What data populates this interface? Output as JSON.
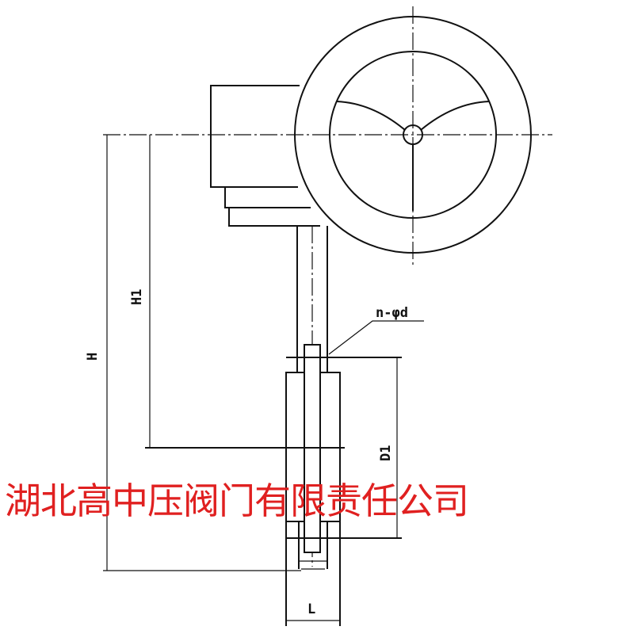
{
  "drawing": {
    "labels": {
      "H": "H",
      "H1": "H1",
      "D1": "D1",
      "L": "L",
      "bolt": "n-φd"
    }
  },
  "watermark": {
    "text": "湖北高中压阀门有限责任公司",
    "color": "#e02020"
  }
}
